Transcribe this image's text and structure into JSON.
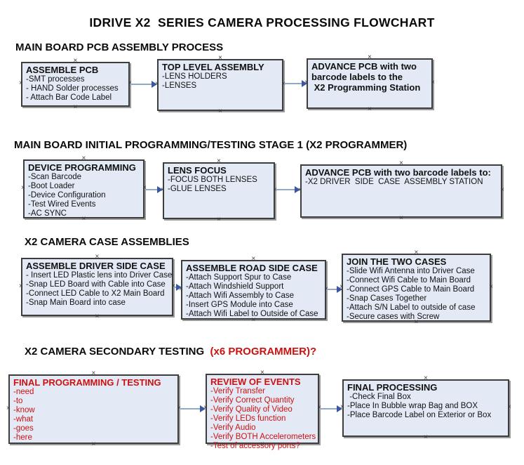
{
  "title": "IDRIVE X2  SERIES CAMERA PROCESSING FLOWCHART",
  "colors": {
    "box_fill": "#e3eaf5",
    "box_border": "#3d3d3d",
    "arrow_line": "#91a8c9",
    "arrow_head": "#3a57a0",
    "red_text": "#cc1111",
    "black_text": "#111111"
  },
  "sections": [
    {
      "heading": "MAIN BOARD PCB ASSEMBLY PROCESS",
      "boxes": [
        {
          "title": "ASSEMBLE PCB",
          "items": [
            "-SMT processes",
            "- HAND Solder processes",
            "- Attach Bar Code Label"
          ]
        },
        {
          "title": "TOP LEVEL ASSEMBLY",
          "items": [
            "-LENS HOLDERS",
            "-LENSES"
          ]
        },
        {
          "title": "ADVANCE PCB with two\nbarcode labels to the\n X2 Programming Station",
          "items": []
        }
      ]
    },
    {
      "heading": "MAIN BOARD INITIAL PROGRAMMING/TESTING STAGE 1 (X2 PROGRAMMER)",
      "boxes": [
        {
          "title": "DEVICE PROGRAMMING",
          "items": [
            "-Scan Barcode",
            "-Boot Loader",
            "-Device Configuration",
            "-Test Wired Events",
            "-AC SYNC"
          ]
        },
        {
          "title": "LENS FOCUS",
          "items": [
            "-FOCUS BOTH LENSES",
            "-GLUE LENSES"
          ]
        },
        {
          "title": "ADVANCE PCB with two barcode labels to:",
          "items": [
            "-X2 DRIVER  SIDE  CASE  ASSEMBLY STATION"
          ]
        }
      ]
    },
    {
      "heading": "X2 CAMERA CASE ASSEMBLIES",
      "boxes": [
        {
          "title": "ASSEMBLE DRIVER SIDE CASE",
          "items": [
            "- Insert LED Plastic lens into Driver Case",
            "-Snap LED Board with Cable into Case",
            "-Connect LED Cable to X2 Main Board",
            "-Snap Main Board into case"
          ]
        },
        {
          "title": "ASSEMBLE ROAD SIDE CASE",
          "items": [
            "-Attach Support Spur to Case",
            "-Attach Windshield Support",
            "-Attach Wifi Assembly to Case",
            "-Insert GPS Module into Case",
            "-Attach Wifi Label to Outside of Case"
          ]
        },
        {
          "title": "JOIN THE TWO CASES",
          "items": [
            "-Slide Wifi Antenna into Driver Case",
            "-Connect Wifi Cable to Main Board",
            "-Connect GPS Cable to Main Board",
            "-Snap Cases Together",
            "-Attach S/N Label to outside of case",
            "-Secure cases with Screw"
          ]
        }
      ]
    },
    {
      "heading": "X2 CAMERA SECONDARY TESTING  ",
      "heading_suffix": "(x6 PROGRAMMER)?",
      "boxes": [
        {
          "title": "FINAL PROGRAMMING / TESTING",
          "items": [
            "-need",
            "-to",
            "-know",
            "-what",
            "-goes",
            "-here"
          ]
        },
        {
          "title": "REVIEW OF EVENTS",
          "items": [
            "-Verify Transfer",
            "-Verify Correct Quantity",
            "-Verify Quality of Video",
            "-Verify LEDs function",
            "-Verify Audio",
            "-Verify BOTH Accelerometers",
            "-Test of accessory ports?"
          ]
        },
        {
          "title": "FINAL PROCESSING",
          "items": [
            " -Check Final Box",
            "-Place In Bubble wrap Bag and BOX",
            "-Place Barcode Label on Exterior or Box"
          ]
        }
      ]
    }
  ]
}
